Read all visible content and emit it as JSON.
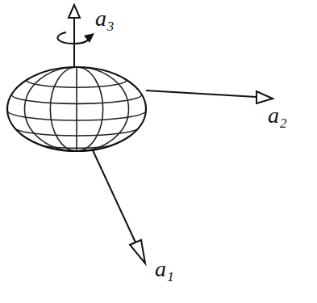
{
  "diagram": {
    "labels": [
      "a₃",
      "a₂",
      "a₁"
    ]
  }
}
